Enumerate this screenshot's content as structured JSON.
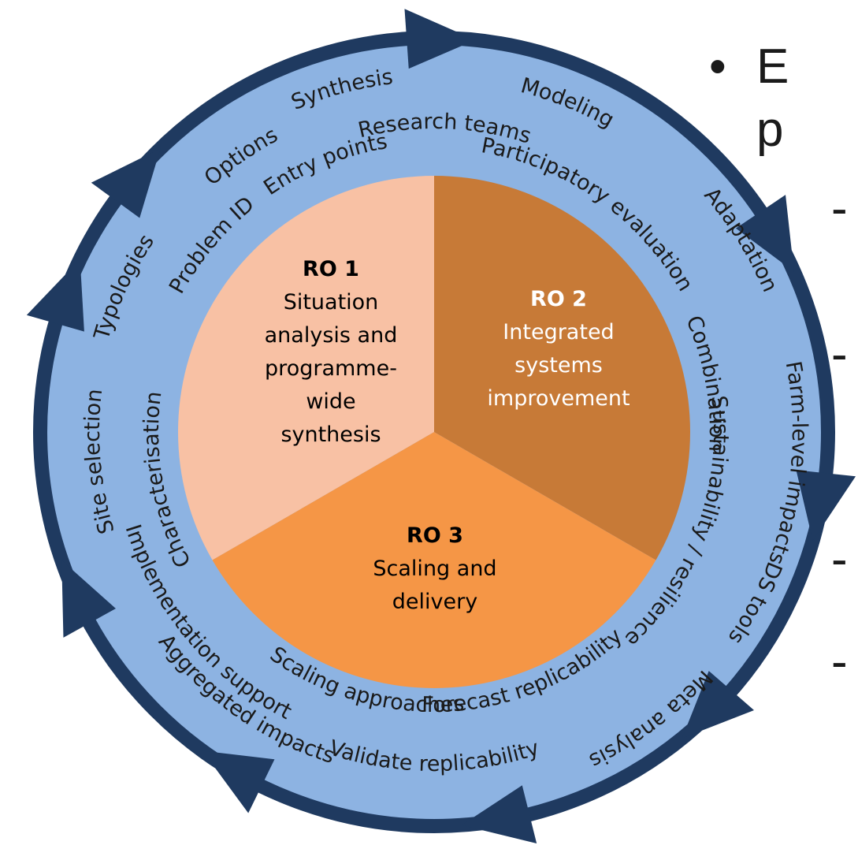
{
  "colors": {
    "ring_fill": "#8db3e2",
    "arrow_dark": "#1f3a60",
    "sector_ro1": "#f8c1a4",
    "sector_ro2": "#c77a37",
    "sector_ro3": "#f59646",
    "ro2_text": "#ffffff",
    "text_dark": "#1a1a1a"
  },
  "sectors": {
    "ro1": {
      "title": "RO 1",
      "lines": [
        "Situation",
        "analysis and",
        "programme-",
        "wide",
        "synthesis"
      ]
    },
    "ro2": {
      "title": "RO 2",
      "lines": [
        "Integrated",
        "systems",
        "improvement"
      ]
    },
    "ro3": {
      "title": "RO 3",
      "lines": [
        "Scaling and",
        "delivery"
      ]
    }
  },
  "ring_labels": {
    "outer": [
      "Modeling",
      "Adaptation",
      "Farm-level impacts",
      "DS tools",
      "Meta analysis",
      "Validate replicability",
      "Aggregated impacts",
      "Implementation support",
      "Site selection",
      "Typologies",
      "Options",
      "Synthesis"
    ],
    "inner": [
      "Research teams",
      "Participatory evaluation",
      "Combination",
      "Sustainability / resilience",
      "Forecast replicability",
      "Scaling approaches",
      "Characterisation",
      "Problem ID",
      "Entry points"
    ]
  },
  "background_text": {
    "bullet_glyph": "•",
    "bullet_fragment_1": "E",
    "bullet_fragment_2": "p",
    "dash": "-"
  }
}
